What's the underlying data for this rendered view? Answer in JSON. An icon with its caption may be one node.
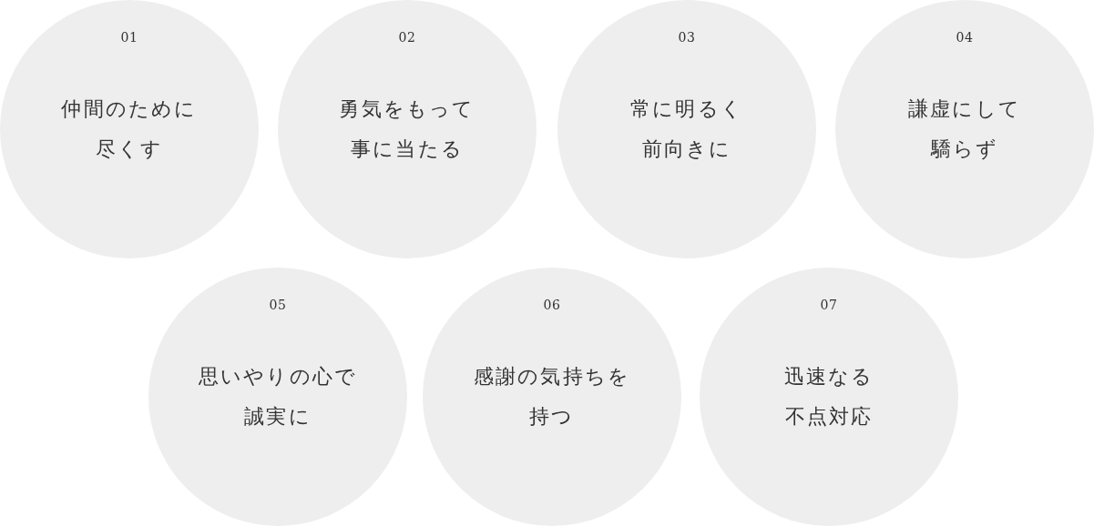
{
  "diagram": {
    "nodes": [
      {
        "text": [
          "01",
          "仲間のために尽くす"
        ]
      },
      {
        "text": [
          "02",
          "勇気をもって事に当たる"
        ]
      },
      {
        "text": [
          "03",
          "常に明るく前向きに"
        ]
      },
      {
        "text": [
          "04",
          "謙虚にして驕らず"
        ]
      },
      {
        "text": [
          "05",
          "思いやりの心で誠実に"
        ]
      },
      {
        "text": [
          "06",
          "感謝の気持ちを持つ"
        ]
      },
      {
        "text": [
          "07",
          "迅速なる不点対応"
        ]
      }
    ]
  }
}
